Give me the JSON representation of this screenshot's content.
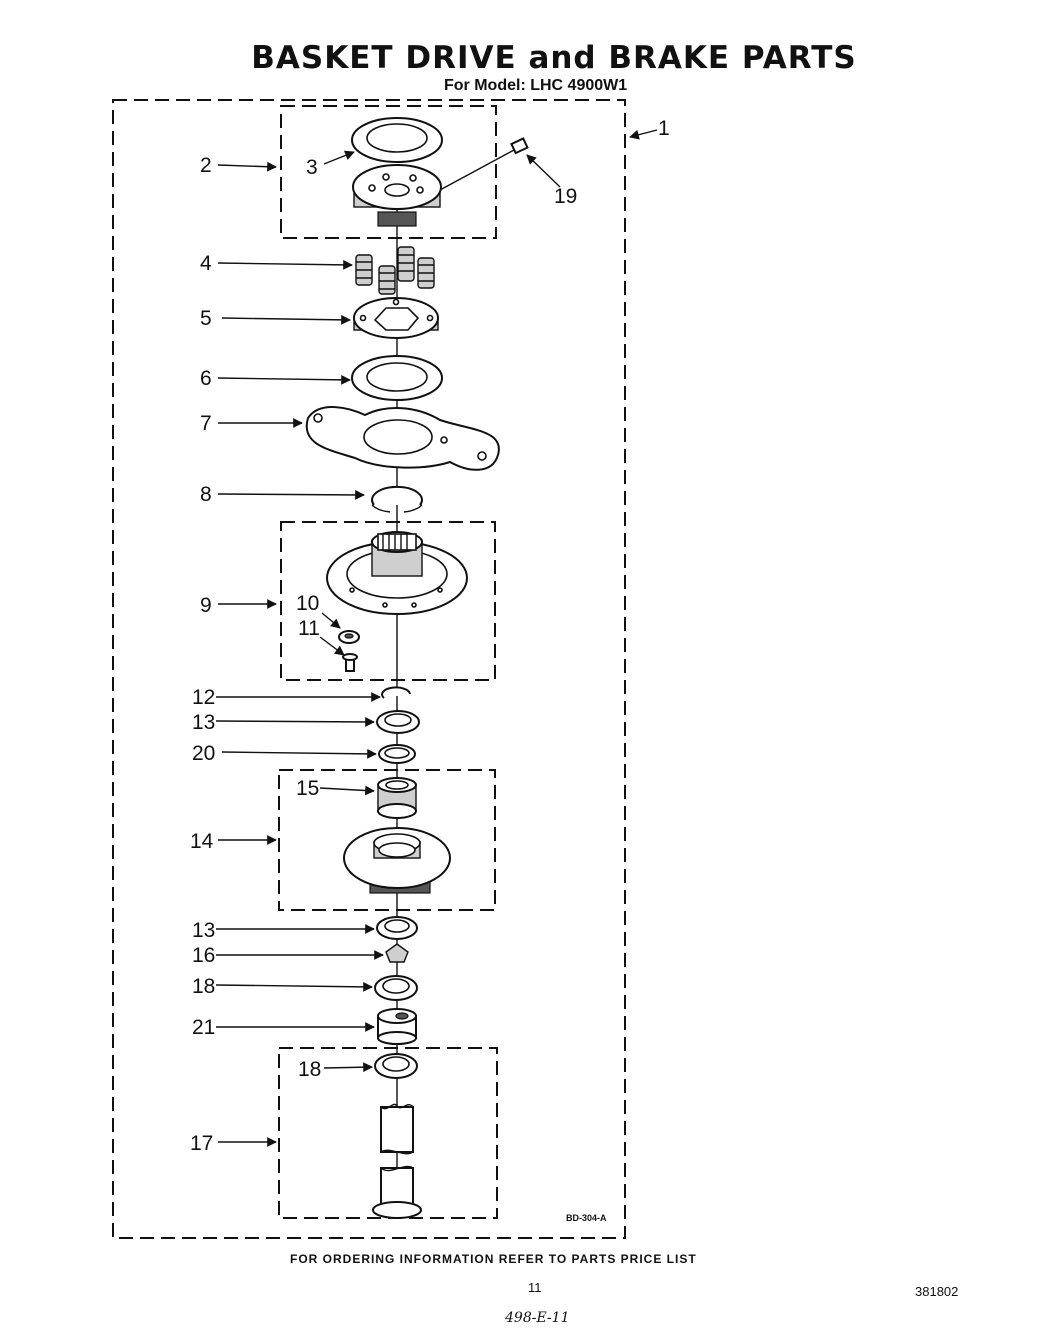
{
  "header": {
    "title": "BASKET DRIVE and BRAKE PARTS",
    "subtitle": "For Model: LHC 4900W1"
  },
  "diagram": {
    "drawing_code": "BD-304-A",
    "callouts": {
      "c1": "1",
      "c2": "2",
      "c3": "3",
      "c4": "4",
      "c5": "5",
      "c6": "6",
      "c7": "7",
      "c8": "8",
      "c9": "9",
      "c10": "10",
      "c11": "11",
      "c12": "12",
      "c13a": "13",
      "c13b": "13",
      "c14": "14",
      "c15": "15",
      "c16": "16",
      "c17": "17",
      "c18a": "18",
      "c18b": "18",
      "c19": "19",
      "c20": "20",
      "c21": "21"
    }
  },
  "footer": {
    "note": "FOR ORDERING INFORMATION REFER TO PARTS PRICE LIST",
    "page_number": "11",
    "document_number": "381802",
    "handwritten_note": "498-E-11"
  }
}
